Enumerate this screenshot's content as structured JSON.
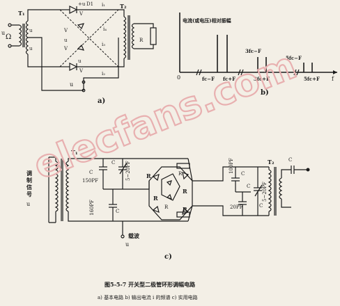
{
  "labels": {
    "a_T1": "T₁",
    "a_T2": "T₂",
    "a_Omega": "Ω",
    "a_uOmega": "u",
    "a_uD1": "+u",
    "a_uD1b": "D1",
    "a_i1": "i₁",
    "a_VD1": "V",
    "a_VD3": "V",
    "a_VD4": "V",
    "a_VD2": "V",
    "a_uD4": "u",
    "a_uD2": "u",
    "a_i4": "i₄",
    "a_i3": "i₃",
    "a_i2": "i₂",
    "a_uC": "u",
    "a_RL": "R",
    "a_caption": "a)",
    "b_title": "电流(或电压)相对振幅",
    "b_zero": "0",
    "b_fcF_minus": "fc−F",
    "b_fcF_plus": "fc+F",
    "b_3fcF_minus": "3fc−F",
    "b_3fcF_plus": "3fc+F",
    "b_5fcF_minus": "5fc−F",
    "b_5fcF_plus": "5fc+F",
    "b_f": "f",
    "b_caption": "b)",
    "c_T1": "T₁",
    "c_T2": "T₂",
    "c_Cb": "C",
    "c_C1": "C",
    "c_C3": "C",
    "c_C2": "C",
    "c_C4": "C",
    "c_C5": "C",
    "c_C6": "C",
    "c_150pf": "150PF",
    "c_5_20pf": "5~20PF",
    "c_160pf": "160PF",
    "c_100pf": "100PF",
    "c_5_20pf_b": "5~20PF",
    "c_20pf": "20PF",
    "c_R": "R",
    "c_Rw1": "R",
    "c_Rw2": "R",
    "c_carrier": "载波",
    "c_uc": "u",
    "c_modsig_1": "调",
    "c_modsig_2": "制",
    "c_modsig_3": "信",
    "c_modsig_4": "号",
    "c_uOmega": "u",
    "c_caption": "c)",
    "fig_title": "图5-5-7  开关型二极管环形调幅电路",
    "fig_sub": "a) 基本电路   b) 输出电流 i 的频谱   c) 实用电路",
    "watermark": "elecfans.com"
  }
}
